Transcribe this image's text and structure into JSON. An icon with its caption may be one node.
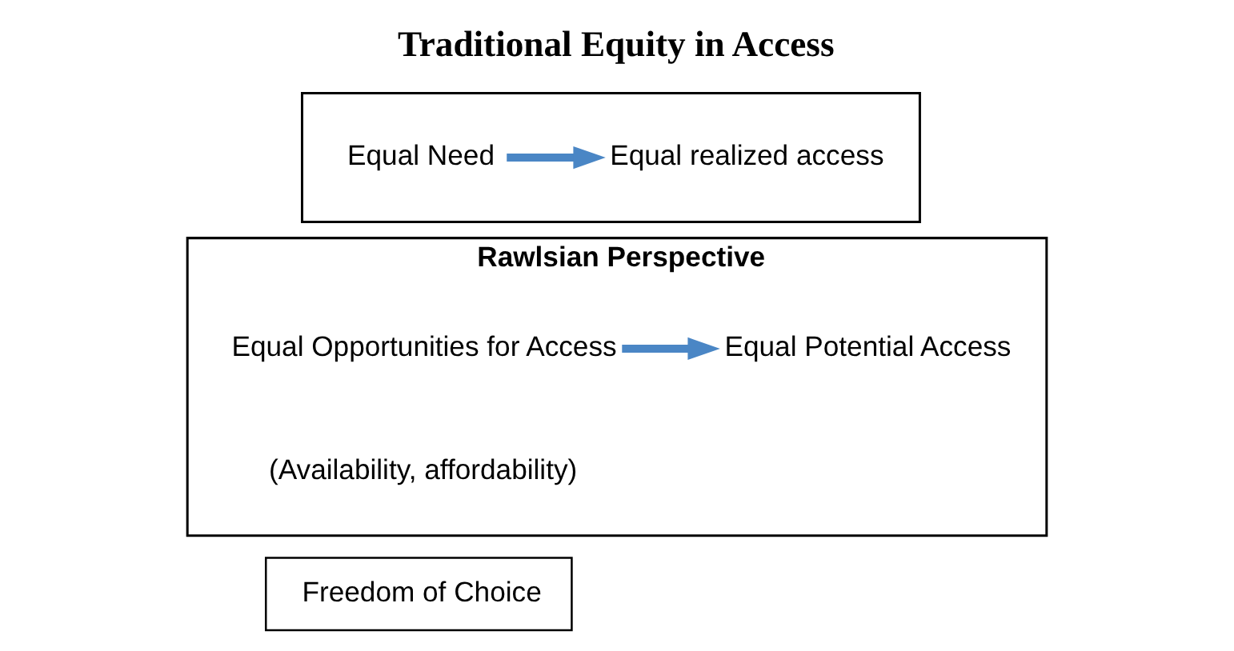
{
  "diagram": {
    "title": "Traditional Equity in Access",
    "nodes": [
      {
        "text": [],
        "shape": "box"
      },
      {
        "text": [
          "Equal Need"
        ],
        "in": 0
      },
      {
        "text": [
          "Equal realized access"
        ],
        "in": 0
      },
      {
        "text": [
          "Rawlsian Perspective",
          "(Availability, affordability)"
        ]
      },
      {
        "text": [
          "Equal Opportunities for Access"
        ],
        "in": 3
      },
      {
        "text": [
          "Equal Potential Access"
        ],
        "in": 3
      },
      {
        "text": [
          "Freedom of Choice"
        ]
      }
    ],
    "edges": [
      {
        "from": 1,
        "to": 2,
        "arrow": "to",
        "color": "#4a86c5"
      },
      {
        "from": 4,
        "to": 5,
        "arrow": "to",
        "color": "#4a86c5"
      }
    ]
  }
}
